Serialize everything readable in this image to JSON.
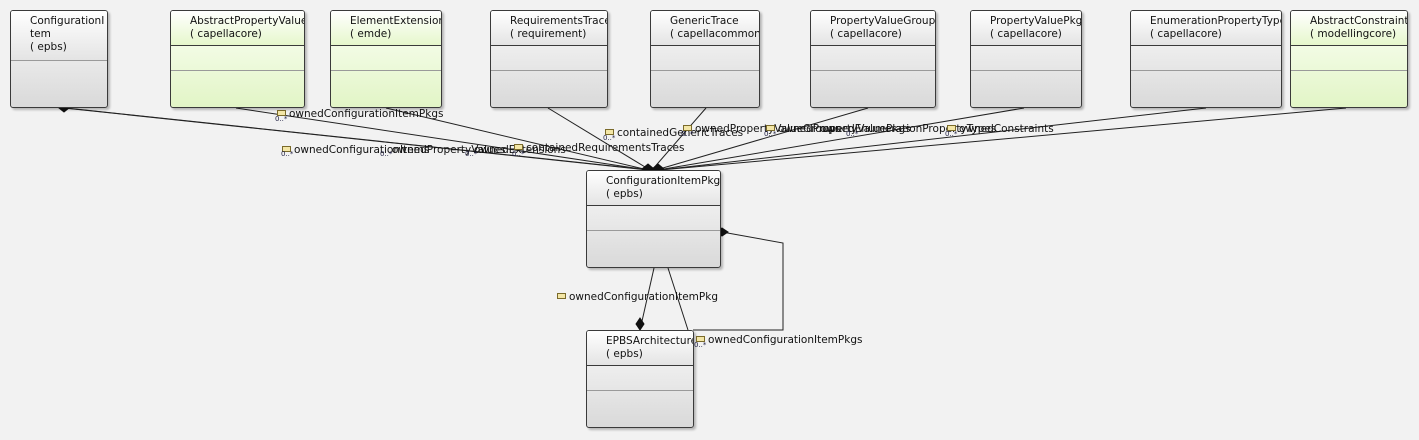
{
  "classes": {
    "configuration_item": "ConfigurationI\ntem\n( epbs)",
    "abstract_property_value": "AbstractPropertyValue\n( capellacore)",
    "element_extension": "ElementExtension\n( emde)",
    "requirements_trace": "RequirementsTrace\n( requirement)",
    "generic_trace": "GenericTrace\n( capellacommon)",
    "property_value_group": "PropertyValueGroup\n( capellacore)",
    "property_value_pkg": "PropertyValuePkg\n( capellacore)",
    "enumeration_property_type": "EnumerationPropertyType\n( capellacore)",
    "abstract_constraint": "AbstractConstraint\n( modellingcore)",
    "configuration_item_pkg": "ConfigurationItemPkg\n( epbs)",
    "epbs_architecture": "EPBSArchitecture\n( epbs)"
  },
  "labels": {
    "owned_ci_pkgs_top": "ownedConfigurationItemPkgs",
    "owned_configuration_items": "ownedConfigurationItems",
    "owned_property_values": "ownedPropertyValues",
    "owned_extensions": "ownedExtensions",
    "contained_requirements_traces": "containedRequirementsTraces",
    "contained_generic_traces": "containedGenericTraces",
    "owned_property_value_groups": "ownedPropertyValueGroups",
    "owned_property_value_pkgs": "ownedPropertyValuePkgs",
    "owned_enumeration_property_types": "ownedEnumerationPropertyTypes",
    "owned_constraints": "ownedConstraints",
    "owned_ci_pkg": "ownedConfigurationItemPkg",
    "owned_ci_pkgs_self": "ownedConfigurationItemPkgs"
  },
  "multiplicity": "0..*",
  "colors": {
    "grey_fill": "#e4e4e4",
    "green_fill": "#e6f7cc",
    "line": "#222222"
  }
}
